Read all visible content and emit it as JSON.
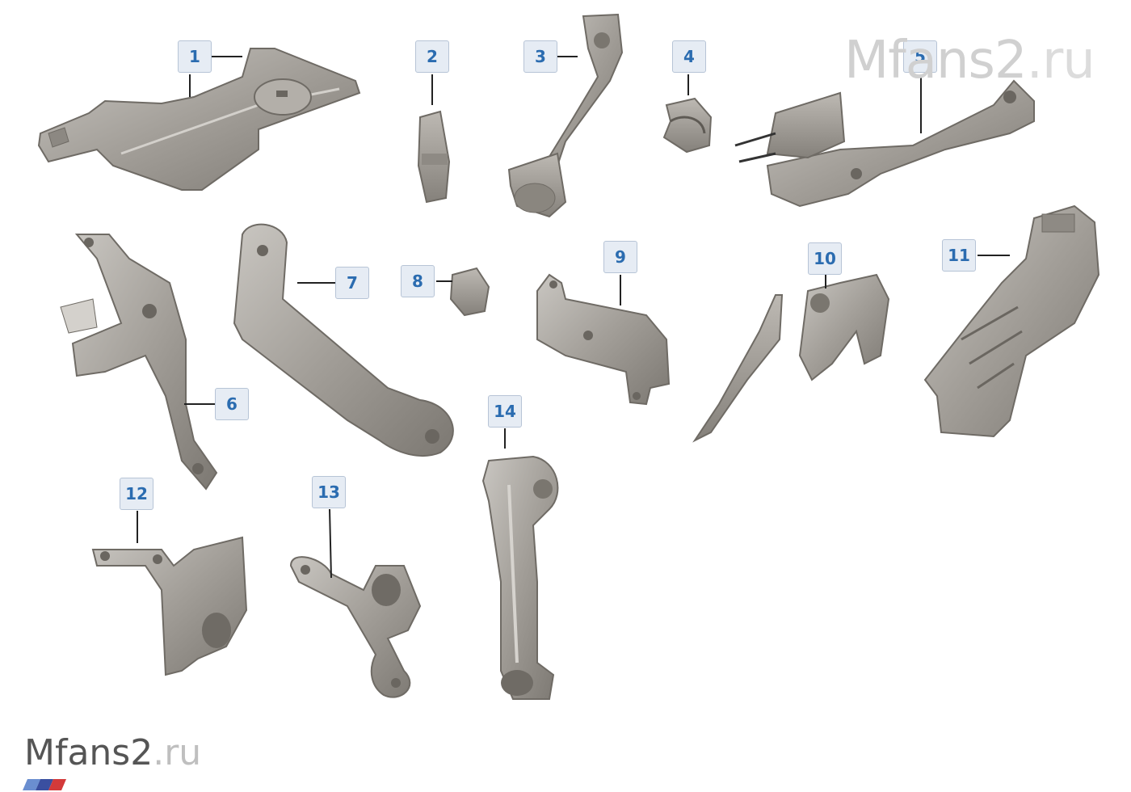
{
  "watermark": {
    "brand": "Mfans2",
    "tld": ".ru"
  },
  "callouts": [
    {
      "id": "1",
      "label": "1"
    },
    {
      "id": "2",
      "label": "2"
    },
    {
      "id": "3",
      "label": "3"
    },
    {
      "id": "4",
      "label": "4"
    },
    {
      "id": "5",
      "label": "5"
    },
    {
      "id": "6",
      "label": "6"
    },
    {
      "id": "7",
      "label": "7"
    },
    {
      "id": "8",
      "label": "8"
    },
    {
      "id": "9",
      "label": "9"
    },
    {
      "id": "10",
      "label": "10"
    },
    {
      "id": "11",
      "label": "11"
    },
    {
      "id": "12",
      "label": "12"
    },
    {
      "id": "13",
      "label": "13"
    },
    {
      "id": "14",
      "label": "14"
    }
  ],
  "colors": {
    "part_fill": "#a6a29c",
    "part_shadow": "#7e7a74",
    "part_highlight": "#c8c5c0",
    "callout_text": "#2b6cb0",
    "callout_bg": "#e6ecf4",
    "leader_line": "#222222",
    "stripe_colors": [
      "#6a8ed0",
      "#3a4fa0",
      "#d33a3a"
    ]
  }
}
